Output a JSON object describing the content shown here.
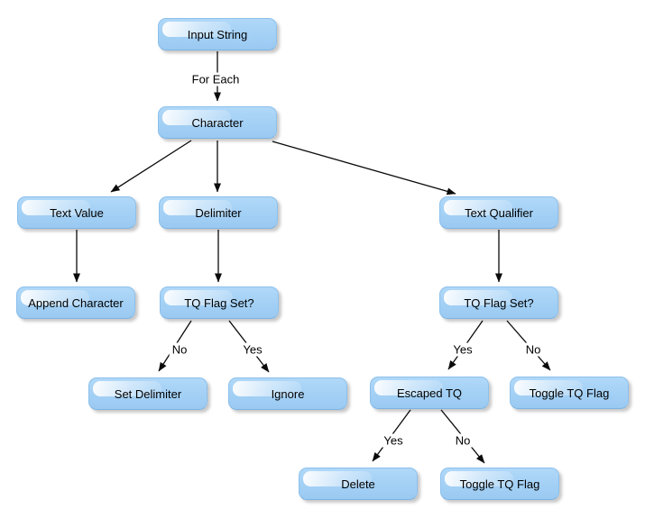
{
  "diagram": {
    "description": "String parsing flowchart",
    "nodes": {
      "input_string": "Input String",
      "character": "Character",
      "text_value": "Text Value",
      "delimiter": "Delimiter",
      "text_qualifier": "Text Qualifier",
      "append_character": "Append Character",
      "tq_flag_set_left": "TQ Flag Set?",
      "tq_flag_set_right": "TQ Flag Set?",
      "set_delimiter": "Set Delimiter",
      "ignore": "Ignore",
      "escaped_tq": "Escaped TQ",
      "toggle_tq_flag_right": "Toggle TQ Flag",
      "delete": "Delete",
      "toggle_tq_flag_bottom": "Toggle TQ Flag"
    },
    "edge_labels": {
      "for_each": "For Each",
      "delimiter_no": "No",
      "delimiter_yes": "Yes",
      "qualifier_yes": "Yes",
      "qualifier_no": "No",
      "escaped_yes": "Yes",
      "escaped_no": "No"
    },
    "edges": [
      {
        "from": "Input String",
        "to": "Character",
        "label": "For Each"
      },
      {
        "from": "Character",
        "to": "Text Value",
        "label": ""
      },
      {
        "from": "Character",
        "to": "Delimiter",
        "label": ""
      },
      {
        "from": "Character",
        "to": "Text Qualifier",
        "label": ""
      },
      {
        "from": "Text Value",
        "to": "Append Character",
        "label": ""
      },
      {
        "from": "Delimiter",
        "to": "TQ Flag Set? (delimiter)",
        "label": ""
      },
      {
        "from": "Text Qualifier",
        "to": "TQ Flag Set? (qualifier)",
        "label": ""
      },
      {
        "from": "TQ Flag Set? (delimiter)",
        "to": "Set Delimiter",
        "label": "No"
      },
      {
        "from": "TQ Flag Set? (delimiter)",
        "to": "Ignore",
        "label": "Yes"
      },
      {
        "from": "TQ Flag Set? (qualifier)",
        "to": "Escaped TQ",
        "label": "Yes"
      },
      {
        "from": "TQ Flag Set? (qualifier)",
        "to": "Toggle TQ Flag",
        "label": "No"
      },
      {
        "from": "Escaped TQ",
        "to": "Delete",
        "label": "Yes"
      },
      {
        "from": "Escaped TQ",
        "to": "Toggle TQ Flag (bottom)",
        "label": "No"
      }
    ],
    "colors": {
      "node_fill": "#a3d0f5",
      "node_border": "#8cc0ec",
      "node_gloss": "#f2f9ff",
      "arrow": "#000000",
      "background": "#ffffff"
    }
  }
}
